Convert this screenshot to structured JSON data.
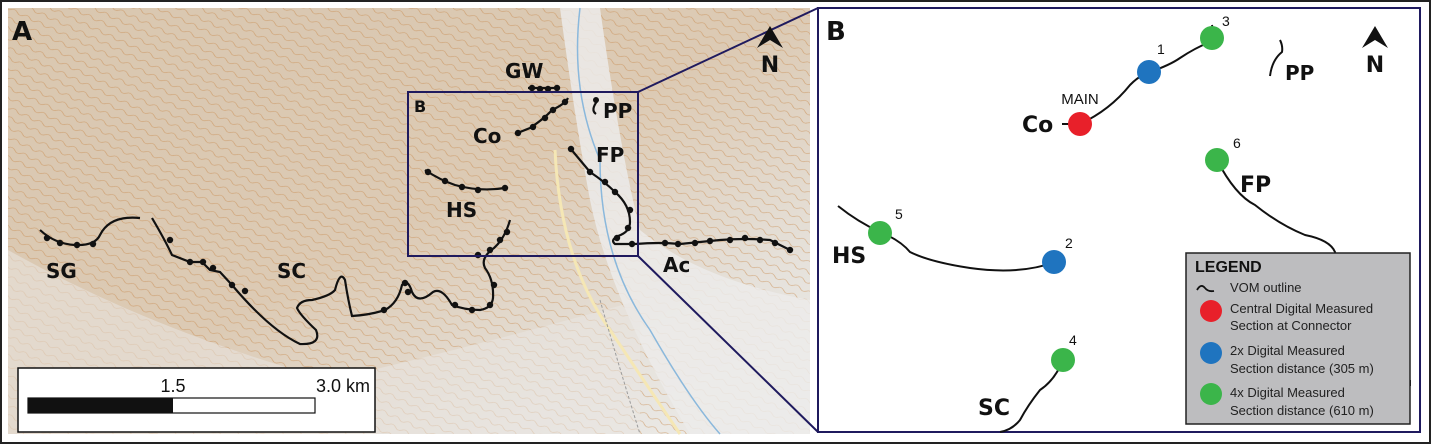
{
  "panel_a": {
    "label": "A",
    "inset_label": "B",
    "north": "N",
    "sites": [
      "GW",
      "Co",
      "PP",
      "FP",
      "HS",
      "SG",
      "SC",
      "Ac"
    ],
    "scale_bar": {
      "mid": "1.5",
      "end": "3.0 km"
    }
  },
  "panel_b": {
    "label": "B",
    "north": "N",
    "sites": {
      "co": "Co",
      "pp": "PP",
      "fp": "FP",
      "hs": "HS",
      "sc": "SC"
    },
    "main_label": "MAIN",
    "points": [
      "1",
      "2",
      "3",
      "4",
      "5",
      "6"
    ]
  },
  "legend": {
    "title": "LEGEND",
    "items": [
      {
        "line1": "VOM outline",
        "line2": ""
      },
      {
        "line1": "Central Digital Measured",
        "line2": "Section at Connector",
        "color": "#e8202a"
      },
      {
        "line1": "2x Digital Measured",
        "line2": "Section distance (305 m)",
        "color": "#1f74bf"
      },
      {
        "line1": "4x Digital Measured",
        "line2": "Section distance (610 m)",
        "color": "#3bb54a"
      }
    ]
  },
  "colors": {
    "frame": "#1f1a5e",
    "red": "#e8202a",
    "blue": "#1f74bf",
    "green": "#3bb54a"
  }
}
